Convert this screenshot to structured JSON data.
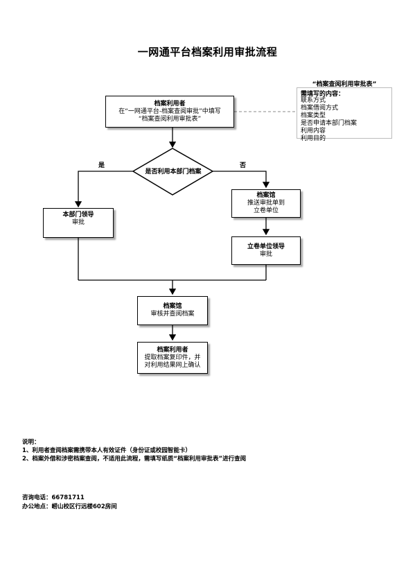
{
  "title": "一网通平台档案利用审批流程",
  "start": {
    "heading": "档案利用者",
    "line1": "在“一网通平台-档案查阅审批”中填写",
    "line2": "“档案查阅利用审批表”"
  },
  "form": {
    "title": "“档案查阅利用审批表”",
    "heading": "需填写的内容：",
    "items": [
      "联系方式",
      "档案借阅方式",
      "档案类型",
      "是否申请本部门档案",
      "利用内容",
      "利用目的"
    ]
  },
  "decision": {
    "question": "是否利用本部门档案",
    "yes": "是",
    "no": "否"
  },
  "dept_leader": {
    "heading": "本部门领导",
    "text": "审批"
  },
  "archive_forward": {
    "heading": "档案馆",
    "line1": "推送审批单到",
    "line2": "立卷单位"
  },
  "filing_leader": {
    "heading": "立卷单位领导",
    "text": "审批"
  },
  "archive_review": {
    "heading": "档案馆",
    "text": "审核并查阅档案"
  },
  "final": {
    "heading": "档案利用者",
    "line1": "提取档案复印件，并",
    "line2": "对利用结果网上确认"
  },
  "notes": {
    "label": "说明：",
    "items": [
      "1、利用者查阅档案需携带本人有效证件（身份证或校园智能卡）",
      "2、档案外借和涉密档案查阅，不适用此流程，需填写纸质“档案利用审批表”进行查阅"
    ]
  },
  "contact": {
    "phone": "咨询电话：66781711",
    "address": "办公地点：崂山校区行远楼602房间"
  }
}
